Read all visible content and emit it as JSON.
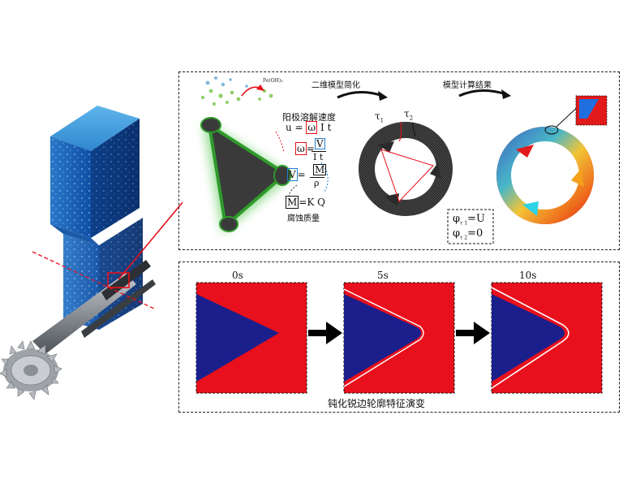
{
  "top_panel": {
    "label_simplify": "二维模型简化",
    "label_result": "模型计算结果",
    "fe_label": "Fe(OH)₃",
    "anode_title": "阳极溶解速度",
    "eq1_left": "u = ",
    "eq1_omega": "ω",
    "eq1_right": "I t",
    "eq2_omega": "ω",
    "eq2_eq": "=",
    "eq2_num": "V",
    "eq2_den": "I t",
    "eq3_v": "V",
    "eq3_eq": "=",
    "eq3_num": "M",
    "eq3_den": "ρ",
    "eq4_m": "M",
    "eq4_rest": "=K Q",
    "corrosion_label": "腐蚀质量",
    "tau1": "τ",
    "tau1_sub": "1",
    "tau2": "τ",
    "tau2_sub": "2",
    "phi1": "φ",
    "phi1_sub": "τ 1",
    "phi1_val": "=U",
    "phi2": "φ",
    "phi2_sub": "τ 2",
    "phi2_val": "=0"
  },
  "bottom_panel": {
    "time_labels": [
      "0s",
      "5s",
      "10s"
    ],
    "caption": "钝化锐边轮廓特征演变"
  },
  "colors": {
    "red": "#e8101c",
    "blue": "#1a1f8c",
    "green_glow": "#3fbf3a",
    "mesh_dark": "#1c1c1c"
  }
}
